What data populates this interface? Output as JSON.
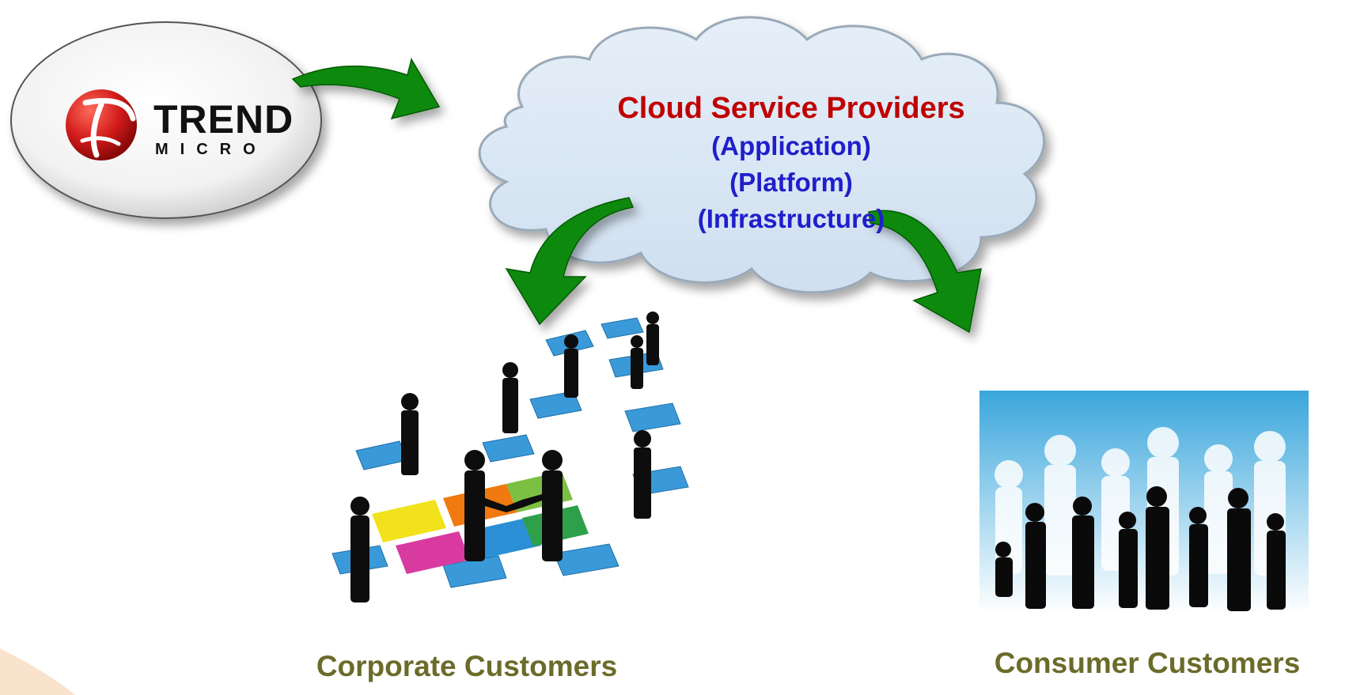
{
  "logo": {
    "word": "TREND",
    "sub": "MICRO",
    "colors": {
      "ring": "#d11a1a",
      "text": "#111111"
    }
  },
  "cloud": {
    "title": "Cloud Service Providers",
    "layers": [
      "(Application)",
      "(Platform)",
      "(Infrastructure)"
    ],
    "colors": {
      "fill": "#dbe8f4",
      "title": "#c00000",
      "layers": "#1f1fcc"
    }
  },
  "groups": {
    "corporate": {
      "label": "Corporate Customers"
    },
    "consumer": {
      "label": "Consumer Customers"
    }
  },
  "colors": {
    "arrow": "#0d8a0d",
    "label": "#6b6b2a",
    "puzzle_blue": "#3a9ad9",
    "sky": "#4fb0e0"
  },
  "icons": [
    "trend-micro-logo-icon",
    "cloud-icon",
    "curved-arrow-icon",
    "businesspeople-puzzle-icon",
    "consumer-crowd-icon"
  ]
}
